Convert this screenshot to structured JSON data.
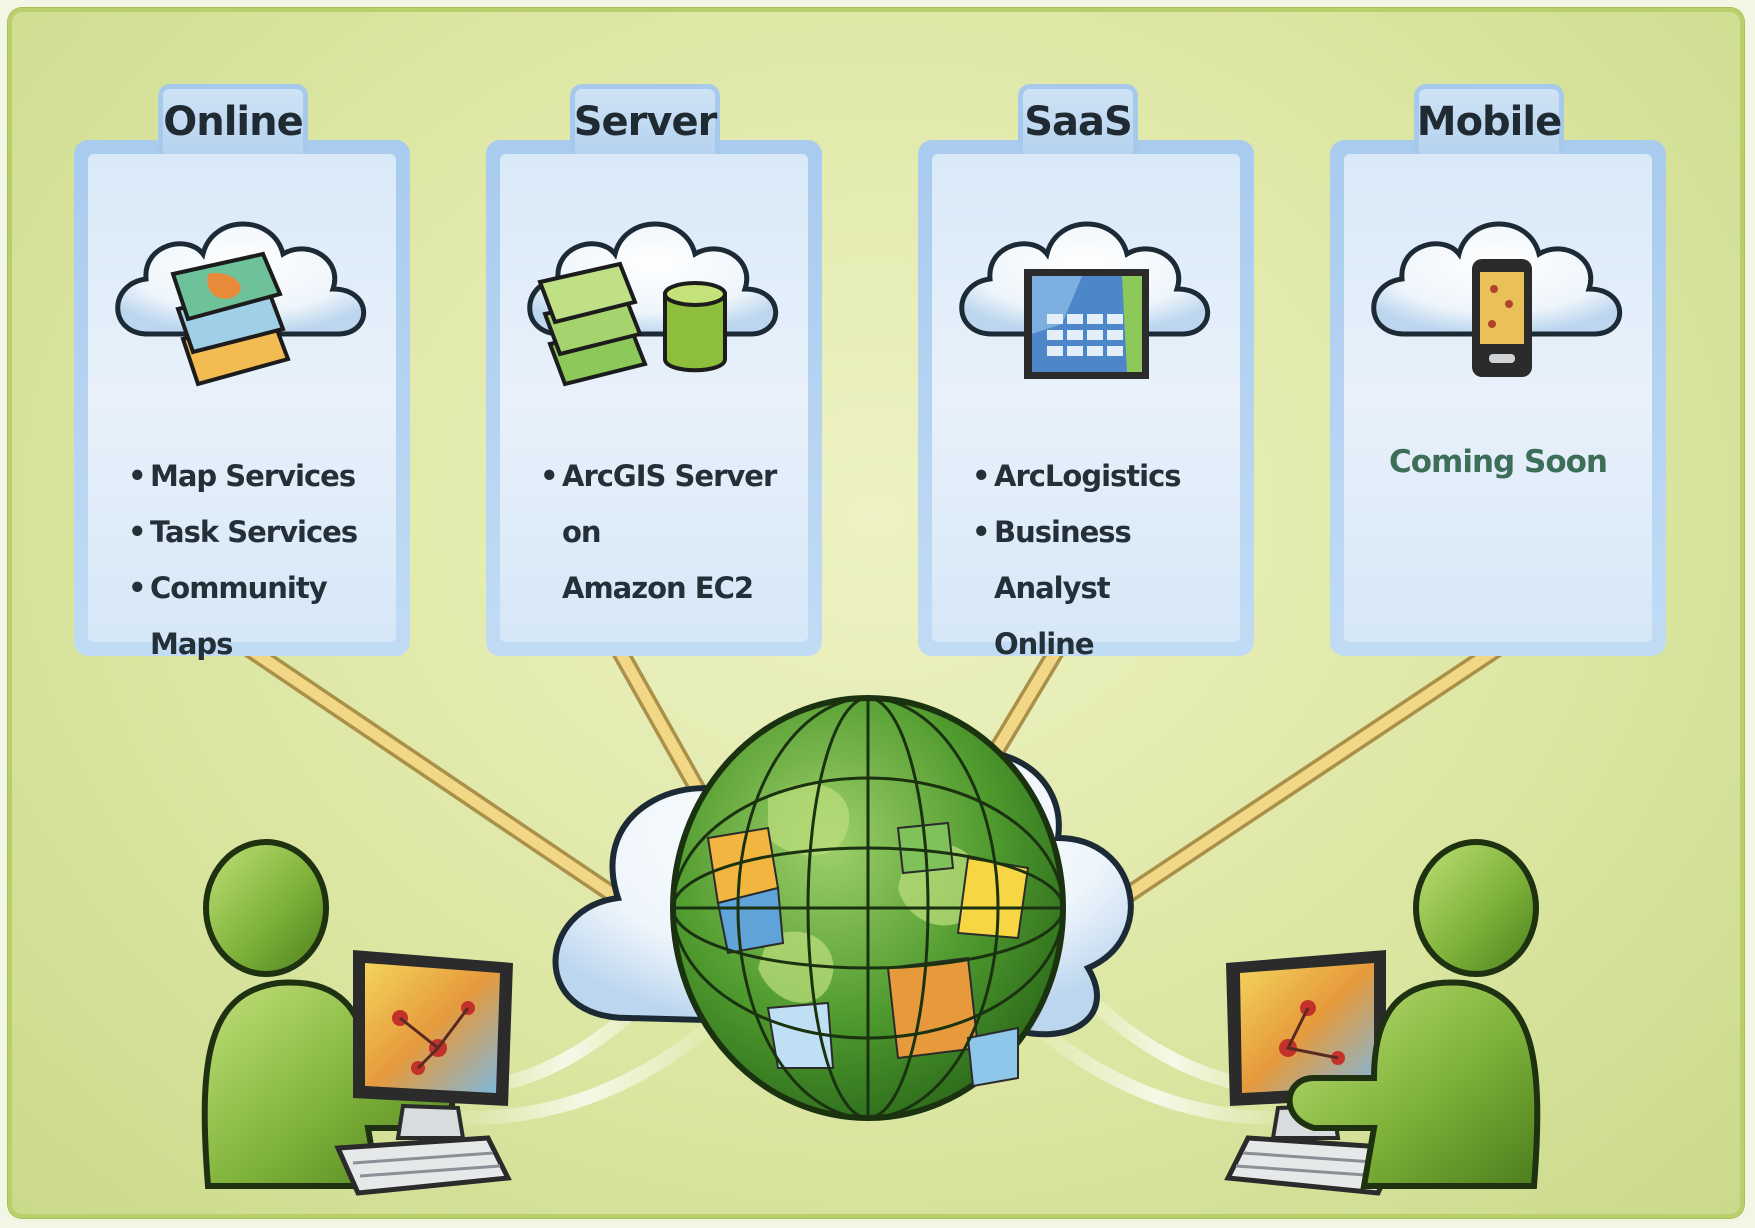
{
  "panels": [
    {
      "title": "Online",
      "items": [
        "Map Services",
        "Task Services",
        "Community Maps"
      ]
    },
    {
      "title": "Server",
      "items": [
        "ArcGIS Server on",
        "Amazon EC2"
      ]
    },
    {
      "title": "SaaS",
      "items": [
        "ArcLogistics",
        "Business Analyst",
        "Online"
      ]
    },
    {
      "title": "Mobile",
      "status": "Coming Soon"
    }
  ],
  "colors": {
    "background": "#dde7a4",
    "panel_blue": "#b5d2ef",
    "connector": "#e8c873",
    "person_green": "#7fb33a",
    "coming_soon_text": "#3d6e57"
  },
  "icons": [
    "cloud-icon",
    "map-layers-icon",
    "database-icon",
    "dashboard-icon",
    "smartphone-icon",
    "globe-icon",
    "user-icon",
    "monitor-icon",
    "keyboard-icon"
  ]
}
